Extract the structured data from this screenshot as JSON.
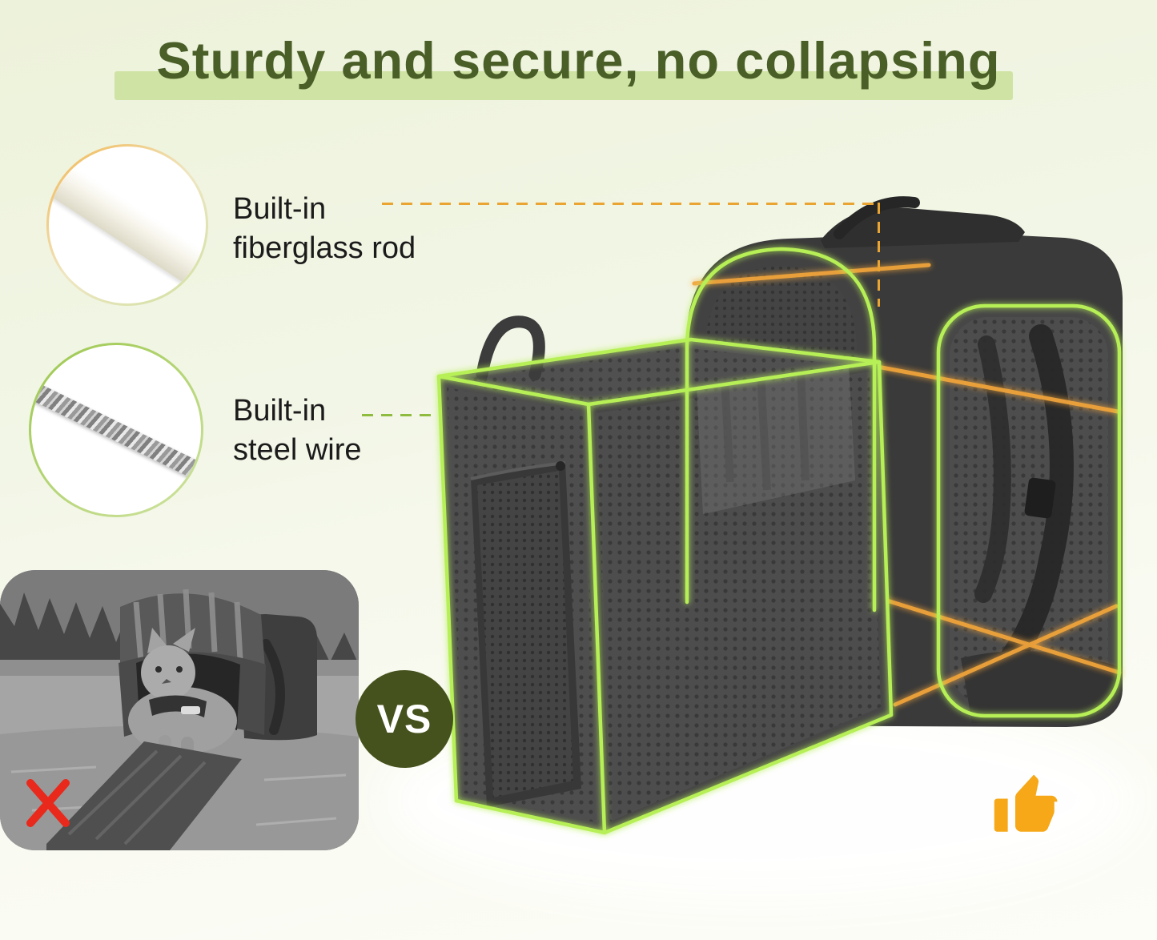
{
  "title": {
    "text": "Sturdy and secure, no collapsing"
  },
  "callouts": {
    "fiberglass": {
      "line1": "Built-in",
      "line2": "fiberglass rod",
      "icon": "fiberglass-rod",
      "line_color": "#eaa431"
    },
    "steel": {
      "line1": "Built-in",
      "line2": "steel wire",
      "icon": "steel-wire",
      "line_color": "#8fbc3f"
    }
  },
  "comparison": {
    "vs_label": "VS",
    "bad": {
      "icon": "x-mark",
      "color": "#e8291c"
    },
    "good": {
      "icon": "thumbs-up",
      "color": "#f6a818"
    }
  },
  "product": {
    "wireframe_color": "#b6ef57",
    "rod_color": "#f2a53a",
    "description": "pet carrier backpack with expandable mesh cube"
  },
  "theme": {
    "title_color": "#4a5f28",
    "highlight_color": "#cfe3a4",
    "vs_badge_bg": "#45521d",
    "background_top": "#edf2da",
    "background_bottom": "#fcfdf7"
  }
}
